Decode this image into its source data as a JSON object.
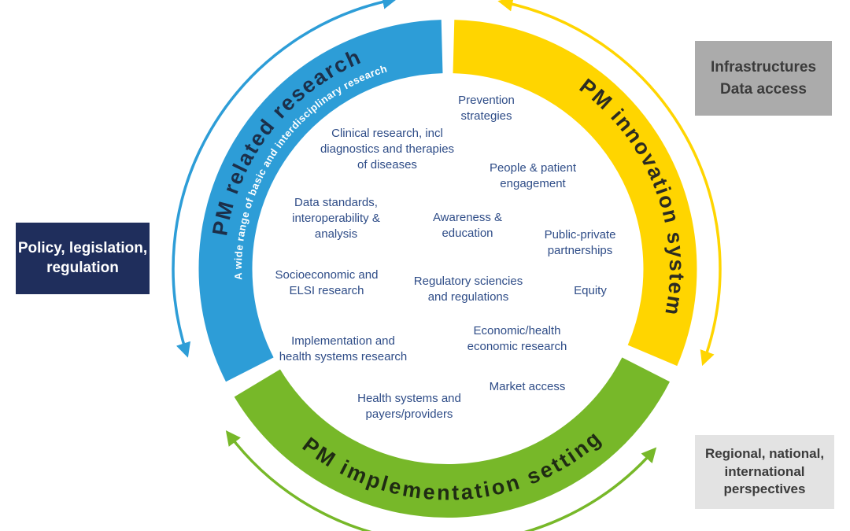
{
  "bands": {
    "related_research": {
      "title": "PM related research",
      "subtitle": "A wide range of basic and interdisciplinary research",
      "color": "#2D9DD7"
    },
    "innovation_system": {
      "title": "PM innovation system",
      "color": "#FFD500"
    },
    "implementation_setting": {
      "title": "PM implementation setting",
      "color": "#77B829"
    }
  },
  "inner_items": {
    "prevention": "Prevention\nstrategies",
    "clinical": "Clinical research, incl\ndiagnostics and therapies\nof diseases",
    "people": "People & patient\nengagement",
    "data_standards": "Data standards,\ninteroperability &\nanalysis",
    "awareness": "Awareness &\neducation",
    "public_private": "Public-private\npartnerships",
    "socioeconomic": "Socioeconomic and\nELSI research",
    "regulatory": "Regulatory sciencies\nand regulations",
    "equity": "Equity",
    "economic": "Economic/health\neconomic research",
    "implementation": "Implementation and\nhealth systems research",
    "market": "Market access",
    "health_systems": "Health systems and\npayers/providers"
  },
  "side_boxes": {
    "policy": {
      "text": "Policy, legislation,\nregulation",
      "bg": "#1F2E5C",
      "text_color": "#FFFFFF"
    },
    "infrastructures": {
      "text": "Infrastructures\nData access",
      "bg": "#ABABAB",
      "text_color": "#3B3B3B"
    },
    "regional": {
      "text": "Regional, national,\ninternational\nperspectives",
      "bg": "#E3E3E3",
      "text_color": "#3B3B3B"
    }
  },
  "arrow_colors": {
    "blue": "#2D9DD7",
    "yellow": "#FFD500",
    "green": "#77B829"
  },
  "inner_text_color": "#2E4C87"
}
